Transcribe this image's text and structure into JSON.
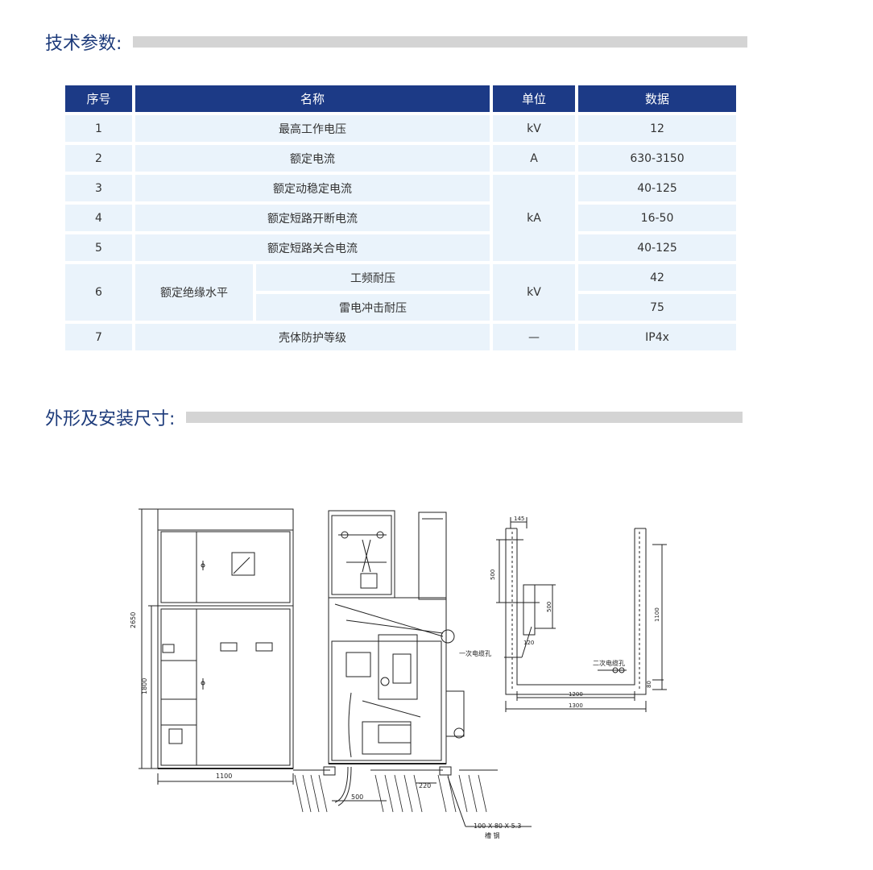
{
  "sections": {
    "tech_title": "技术参数:",
    "dims_title": "外形及安装尺寸:"
  },
  "table": {
    "headers": [
      "序号",
      "名称",
      "单位",
      "数据"
    ],
    "rows": {
      "r1": {
        "no": "1",
        "name": "最高工作电压",
        "unit": "kV",
        "value": "12"
      },
      "r2": {
        "no": "2",
        "name": "额定电流",
        "unit": "A",
        "value": "630-3150"
      },
      "r3": {
        "no": "3",
        "name": "额定动稳定电流",
        "value": "40-125"
      },
      "r4": {
        "no": "4",
        "name": "额定短路开断电流",
        "value": "16-50"
      },
      "r5": {
        "no": "5",
        "name": "额定短路关合电流",
        "value": "40-125"
      },
      "unit_345": "kA",
      "r6": {
        "no": "6",
        "group": "额定绝缘水平",
        "sub1": "工频耐压",
        "sub2": "雷电冲击耐压",
        "unit": "kV",
        "value1": "42",
        "value2": "75"
      },
      "r7": {
        "no": "7",
        "name": "壳体防护等级",
        "unit": "—",
        "value": "IP4x"
      }
    }
  },
  "drawing": {
    "dims": {
      "h2650": "2650",
      "h1800": "1800",
      "w1100": "1100",
      "w500": "500",
      "w220": "220",
      "steel": "100 X 80 X 5.3",
      "steel_label": "槽    钢",
      "d145": "145",
      "d500a": "500",
      "d500b": "500",
      "d120": "120",
      "d1100": "1100",
      "d1200": "1200",
      "d1300": "1300",
      "d80": "80"
    },
    "labels": {
      "secondary_hole_1": "一次电缆孔",
      "secondary_hole_2": "二次电缆孔"
    }
  }
}
